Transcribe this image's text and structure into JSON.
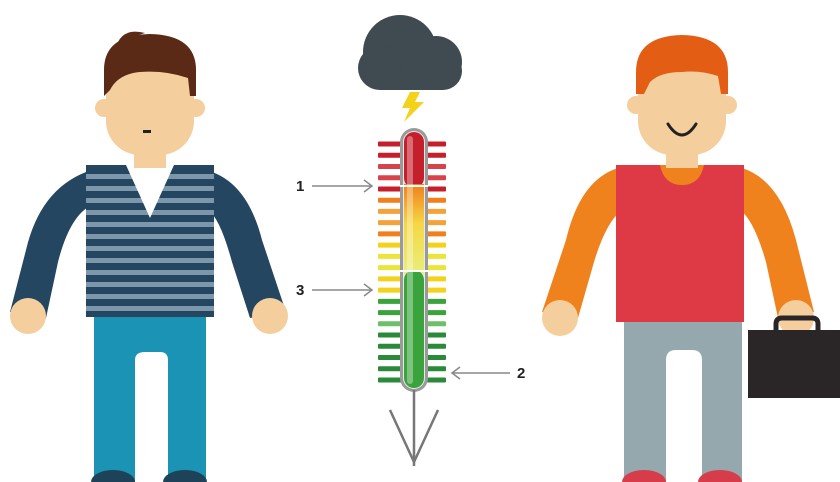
{
  "callouts": [
    {
      "number": "1"
    },
    {
      "number": "2"
    },
    {
      "number": "3"
    }
  ],
  "colors": {
    "cloud": "#3f4a51",
    "lightning": "#f2d21b",
    "thermo_red": "#c41f2b",
    "thermo_orange": "#f07f1c",
    "thermo_yellow": "#e8e21e",
    "thermo_green": "#3aa33b",
    "left_sweater": "#244660",
    "left_stripe": "#7c97aa",
    "left_jeans": "#1b93b5",
    "left_hair": "#5a2a16",
    "skin": "#f4cf9d",
    "right_hair": "#e35d14",
    "right_shirt": "#dd3a45",
    "right_sleeve": "#f0821e",
    "right_pants": "#95a8ad",
    "right_shoes": "#d73c4a",
    "briefcase": "#2a2627",
    "arrow": "#777777"
  },
  "icons": [
    "storm-cloud-icon",
    "lightning-icon",
    "thermometer-icon",
    "briefcase-icon",
    "ground-arrow-icon"
  ],
  "scale": {
    "bars": 22,
    "bands": [
      "red",
      "red",
      "red",
      "red",
      "red",
      "orange",
      "orange",
      "orange",
      "orange",
      "yellow",
      "yellow",
      "yellow",
      "yellow",
      "yellow",
      "yellow",
      "green",
      "green",
      "green",
      "green",
      "green",
      "green",
      "green",
      "green"
    ]
  }
}
